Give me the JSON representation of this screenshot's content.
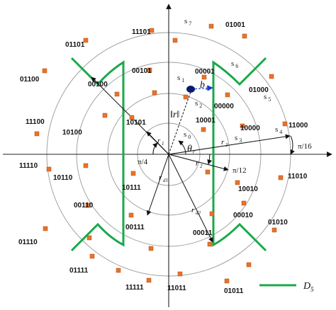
{
  "colors": {
    "axis": "#222222",
    "circles": "#9a9a9a",
    "decision_boundary": "#1aa84a",
    "points": "#e8732a",
    "received": "#0b1a6e",
    "error_vector": "#1a3ad8"
  },
  "labels": {
    "norm_r": "‖r‖",
    "theta": "θ",
    "theta_sub": "r",
    "b": "b",
    "b_sub": "2",
    "r": "r",
    "r_sub_1": "1",
    "r_sub_2": "2",
    "r_sub_3": "3",
    "r_sub_d1": "d1",
    "r_sub_d2": "d2",
    "angle_pi4": "π/4",
    "angle_pi12": "π/12",
    "angle_pi16": "π/16"
  },
  "legend": {
    "symbol": "D",
    "sub": "5"
  },
  "symbol_labels": [
    {
      "text": "s",
      "sub": "7"
    },
    {
      "text": "s",
      "sub": "6"
    },
    {
      "text": "s",
      "sub": "5"
    },
    {
      "text": "s",
      "sub": "4"
    },
    {
      "text": "s",
      "sub": "3"
    },
    {
      "text": "s",
      "sub": "2"
    },
    {
      "text": "s",
      "sub": "1"
    },
    {
      "text": "s",
      "sub": "0"
    }
  ],
  "bit_labels": [
    "11101",
    "01001",
    "01101",
    "00001",
    "00101",
    "01100",
    "00100",
    "01000",
    "00000",
    "11100",
    "10100",
    "10101",
    "10001",
    "10000",
    "11000",
    "11110",
    "10110",
    "10111",
    "10010",
    "11010",
    "00110",
    "00010",
    "01110",
    "01010",
    "00111",
    "00011",
    "01111",
    "01011",
    "11111",
    "11011"
  ]
}
